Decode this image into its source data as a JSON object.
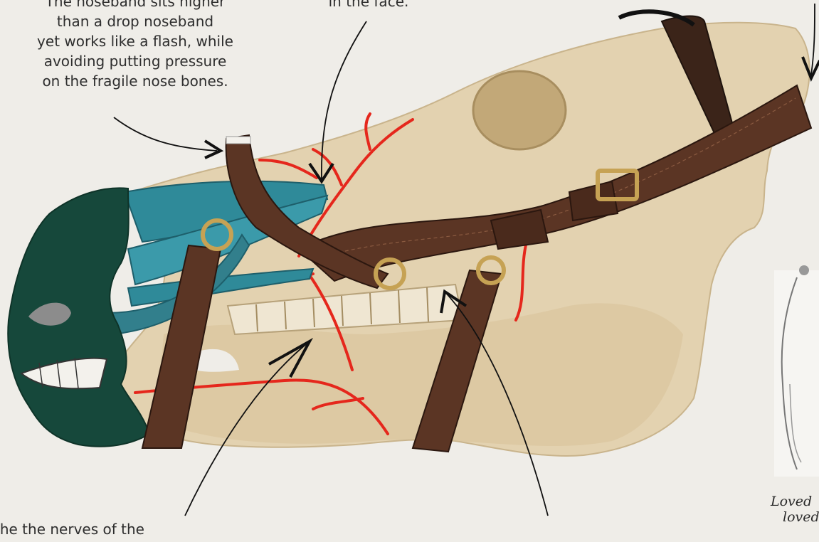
{
  "annotations": {
    "noseband_note": [
      "The noseband sits higher",
      "than a drop noseband",
      "yet works like a flash, while",
      "avoiding putting pressure",
      "on the fragile nose bones."
    ],
    "face_note": "in the face.",
    "bottom_left_fragment": "the          the nerves of the",
    "handwriting_1": "Loved",
    "handwriting_2": "loved"
  },
  "colors": {
    "background": "#efede8",
    "skull": "#e3d2b0",
    "leather": "#5b3524",
    "nerve": "#e5271c",
    "muscle": "#2f8a99",
    "lips": "#16483b",
    "brass": "#c6a254",
    "ink": "#1b1b1b"
  },
  "icons": [
    "arrow-icon",
    "buckle-icon",
    "ring-icon"
  ]
}
